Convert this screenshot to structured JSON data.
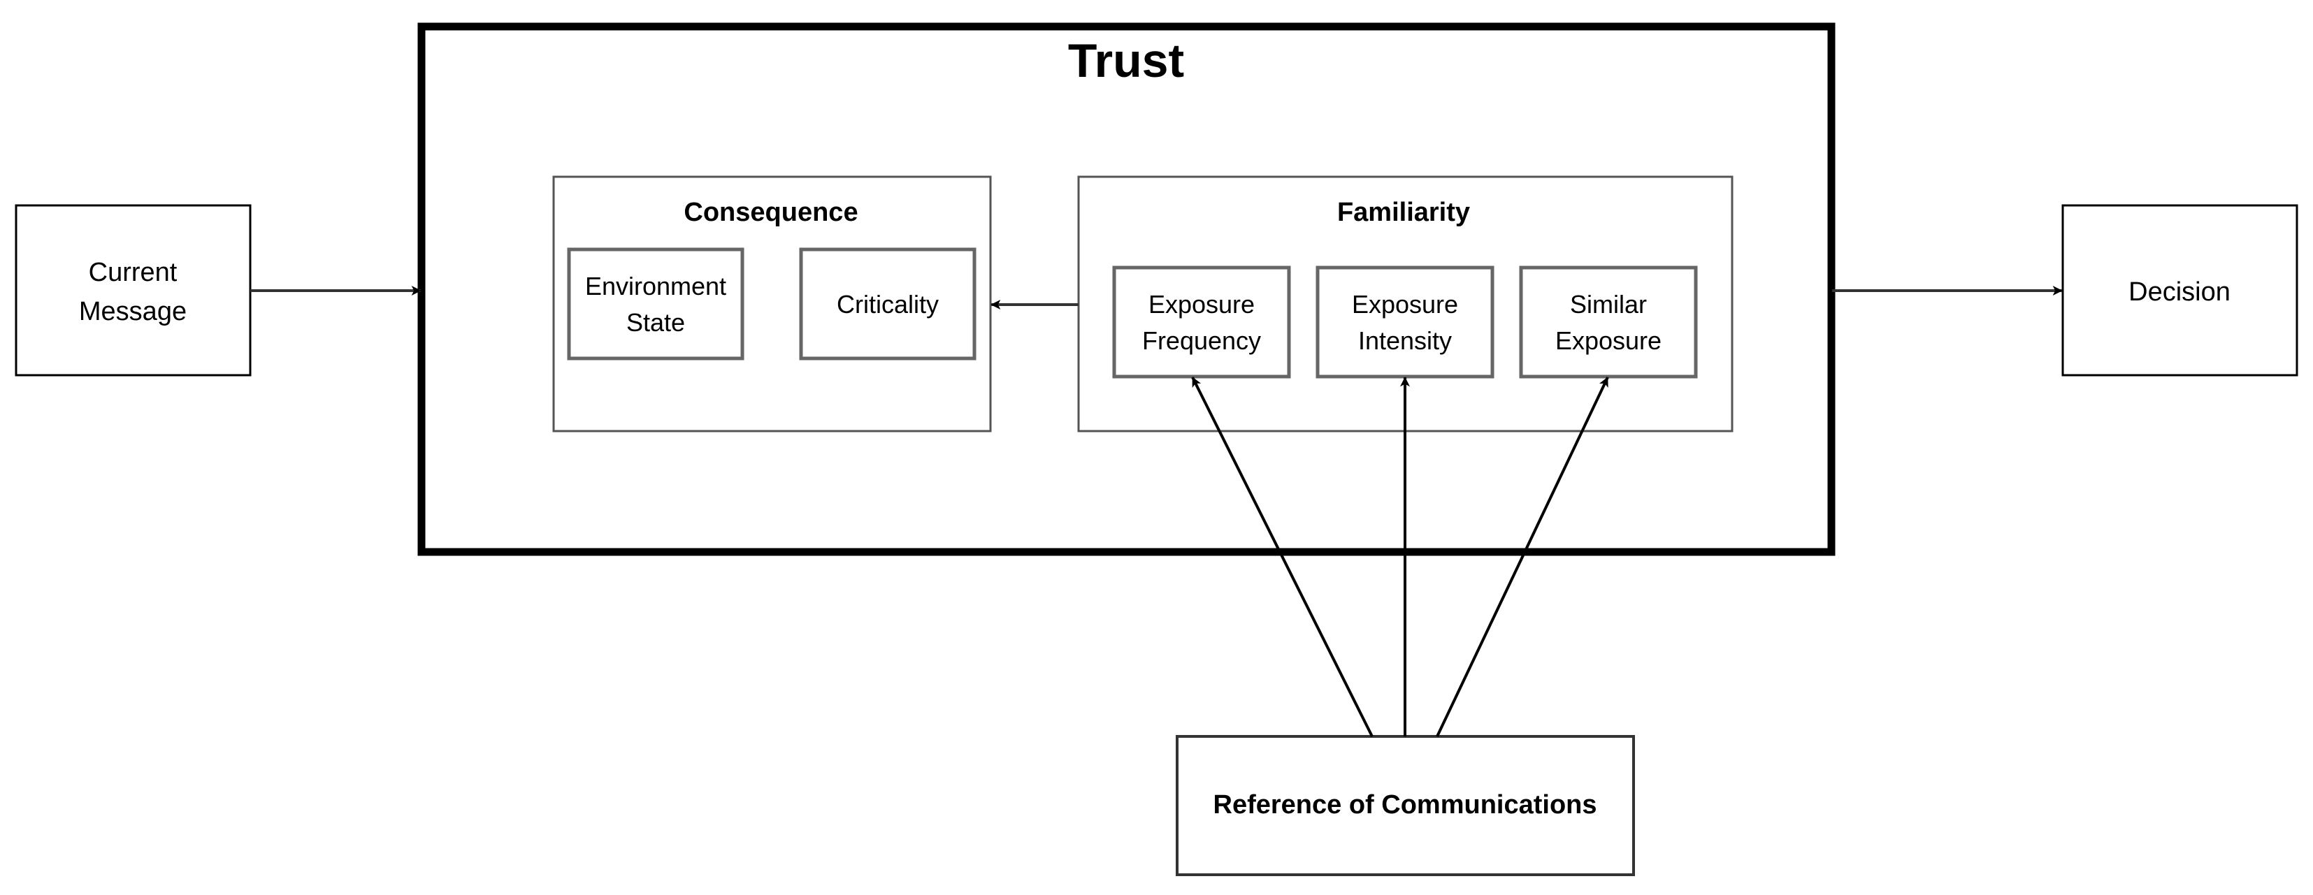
{
  "trust": {
    "title": "Trust"
  },
  "current_message": {
    "line1": "Current",
    "line2": "Message"
  },
  "decision": {
    "label": "Decision"
  },
  "consequence": {
    "title": "Consequence",
    "environment_state": {
      "line1": "Environment",
      "line2": "State"
    },
    "criticality": {
      "label": "Criticality"
    }
  },
  "familiarity": {
    "title": "Familiarity",
    "exposure_frequency": {
      "line1": "Exposure",
      "line2": "Frequency"
    },
    "exposure_intensity": {
      "line1": "Exposure",
      "line2": "Intensity"
    },
    "similar_exposure": {
      "line1": "Similar",
      "line2": "Exposure"
    }
  },
  "reference": {
    "label": "Reference of Communications"
  },
  "colors": {
    "stroke": "#000000",
    "inner_box_stroke": "#555555",
    "background": "#ffffff"
  }
}
